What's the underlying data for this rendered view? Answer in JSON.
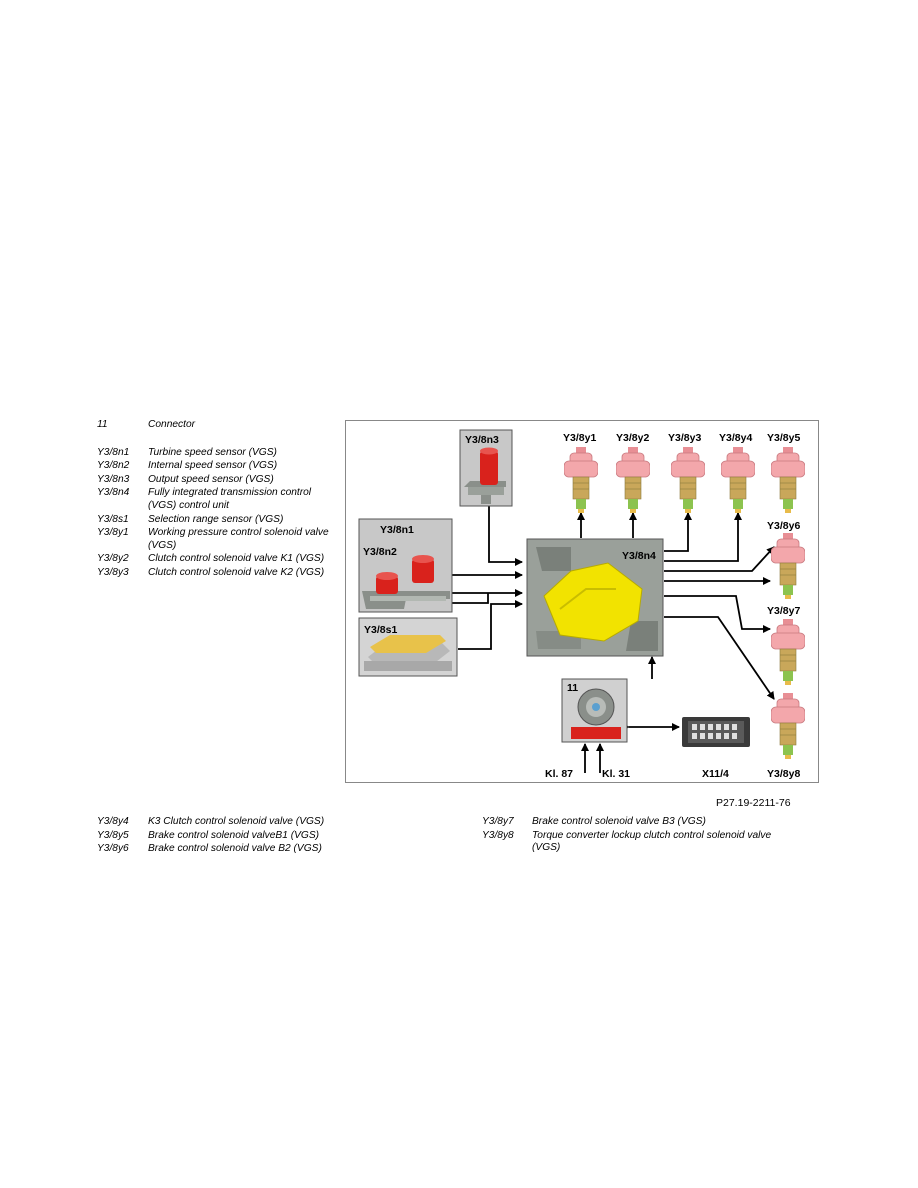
{
  "legend_top": [
    {
      "code": "11",
      "desc": "Connector"
    },
    {
      "code": "Y3/8n1",
      "desc": "Turbine speed sensor (VGS)"
    },
    {
      "code": "Y3/8n2",
      "desc": "Internal speed sensor (VGS)"
    },
    {
      "code": "Y3/8n3",
      "desc": "Output speed sensor (VGS)"
    },
    {
      "code": "Y3/8n4",
      "desc": "Fully integrated transmission control (VGS) control unit"
    },
    {
      "code": "Y3/8s1",
      "desc": "Selection range sensor (VGS)"
    },
    {
      "code": "Y3/8y1",
      "desc": "Working pressure control solenoid valve (VGS)"
    },
    {
      "code": "Y3/8y2",
      "desc": "Clutch control solenoid valve K1 (VGS)"
    },
    {
      "code": "Y3/8y3",
      "desc": "Clutch control solenoid valve K2 (VGS)"
    }
  ],
  "legend_bottom_left": [
    {
      "code": "Y3/8y4",
      "desc": "K3 Clutch control solenoid valve (VGS)"
    },
    {
      "code": "Y3/8y5",
      "desc": "Brake control solenoid valveB1 (VGS)"
    },
    {
      "code": "Y3/8y6",
      "desc": "Brake control solenoid valve B2 (VGS)"
    }
  ],
  "legend_bottom_right": [
    {
      "code": "Y3/8y7",
      "desc": "Brake control solenoid valve B3 (VGS)"
    },
    {
      "code": "Y3/8y8",
      "desc": "Torque converter lockup clutch control solenoid valve (VGS)"
    }
  ],
  "diagram": {
    "labels": {
      "n1": "Y3/8n1",
      "n2": "Y3/8n2",
      "n3": "Y3/8n3",
      "n4": "Y3/8n4",
      "s1": "Y3/8s1",
      "y1": "Y3/8y1",
      "y2": "Y3/8y2",
      "y3": "Y3/8y3",
      "y4": "Y3/8y4",
      "y5": "Y3/8y5",
      "y6": "Y3/8y6",
      "y7": "Y3/8y7",
      "y8": "Y3/8y8",
      "connector": "11",
      "kl87": "Kl. 87",
      "kl31": "Kl. 31",
      "x11": "X11/4"
    },
    "figure_ref": "P27.19-2211-76",
    "colors": {
      "valve": "#f3a7ab",
      "control_unit": "#f2e300",
      "sensor": "#d9221c",
      "gray": "#9a9a9a"
    }
  }
}
